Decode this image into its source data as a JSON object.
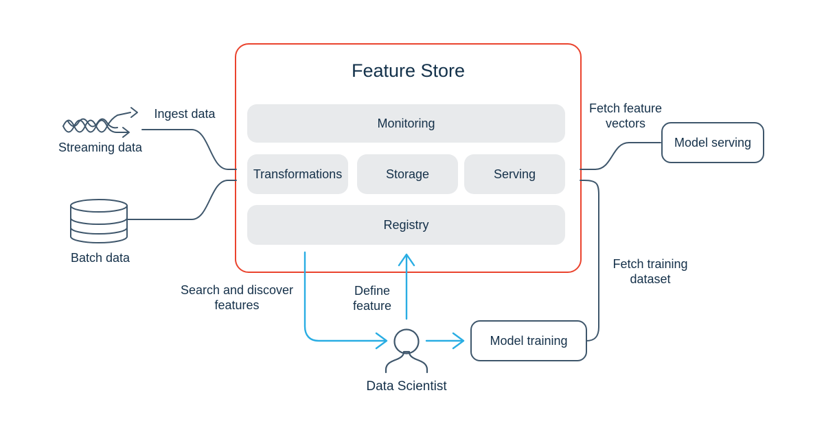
{
  "diagram": {
    "feature_store": {
      "title": "Feature Store",
      "components": {
        "monitoring": "Monitoring",
        "transformations": "Transformations",
        "storage": "Storage",
        "serving": "Serving",
        "registry": "Registry"
      }
    },
    "sources": {
      "streaming": {
        "label": "Streaming data",
        "icon": "stream-arrows-icon"
      },
      "batch": {
        "label": "Batch data",
        "icon": "database-icon"
      }
    },
    "consumers": {
      "model_serving": {
        "label": "Model serving"
      },
      "model_training": {
        "label": "Model training"
      }
    },
    "actor": {
      "label": "Data Scientist",
      "icon": "person-icon"
    },
    "flow_labels": {
      "ingest": "Ingest data",
      "fetch_vectors": "Fetch feature vectors",
      "fetch_training": "Fetch training dataset",
      "search_discover": "Search and discover features",
      "define_feature": "Define feature"
    },
    "colors": {
      "accent_red": "#EA432D",
      "text_navy": "#143049",
      "line_slate": "#3E566B",
      "arrow_cyan": "#29ADE3",
      "component_fill": "#E8EAEC"
    }
  }
}
